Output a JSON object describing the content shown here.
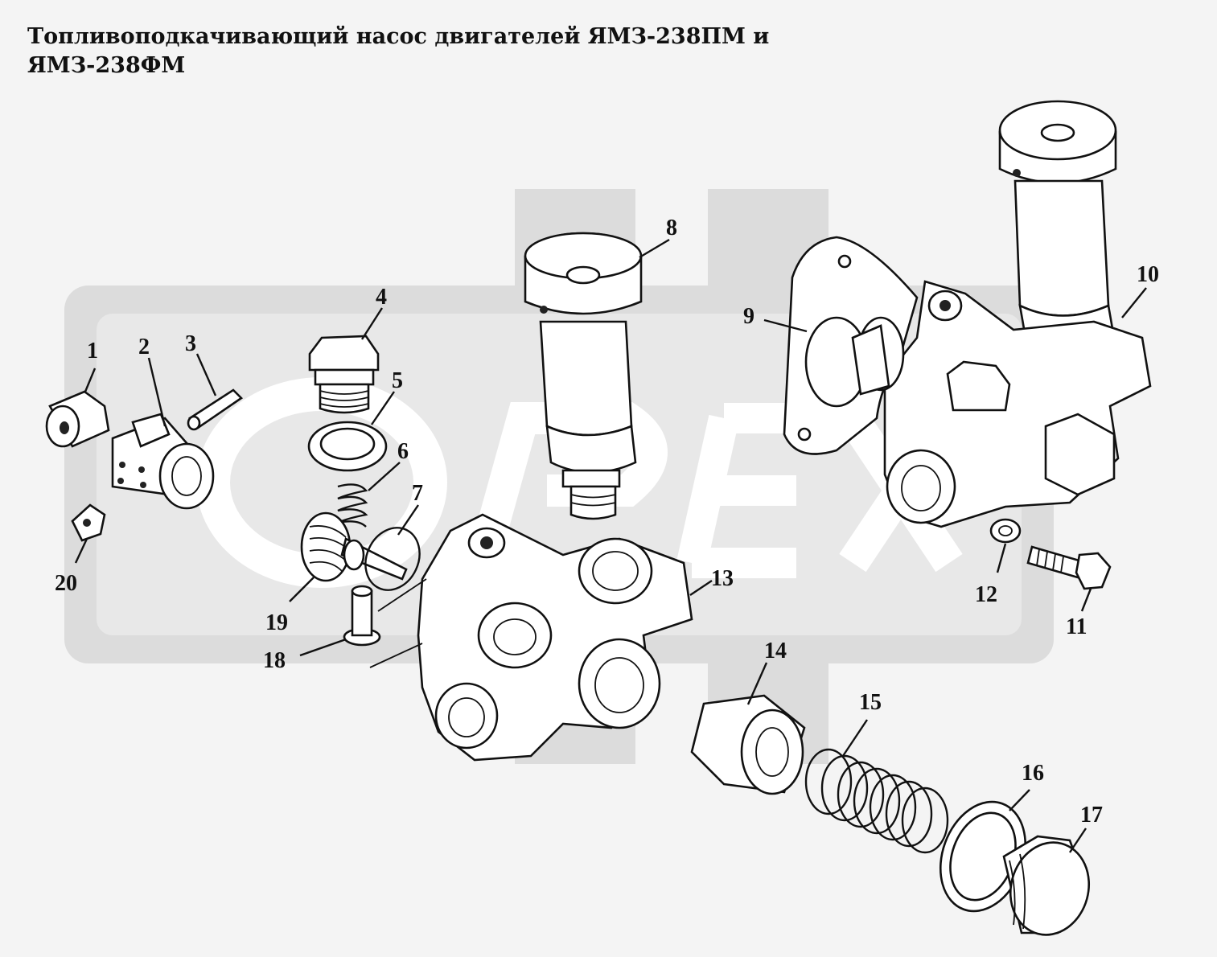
{
  "title": "Топливоподкачивающий насос двигателей ЯМЗ-238ПМ и ЯМЗ-238ФМ",
  "watermark": {
    "text": "OPEX",
    "color": "#dcdcdc"
  },
  "parts": [
    {
      "number": "1"
    },
    {
      "number": "2"
    },
    {
      "number": "3"
    },
    {
      "number": "4"
    },
    {
      "number": "5"
    },
    {
      "number": "6"
    },
    {
      "number": "7"
    },
    {
      "number": "8"
    },
    {
      "number": "9"
    },
    {
      "number": "10"
    },
    {
      "number": "11"
    },
    {
      "number": "12"
    },
    {
      "number": "13"
    },
    {
      "number": "14"
    },
    {
      "number": "15"
    },
    {
      "number": "16"
    },
    {
      "number": "17"
    },
    {
      "number": "18"
    },
    {
      "number": "19"
    },
    {
      "number": "20"
    }
  ]
}
